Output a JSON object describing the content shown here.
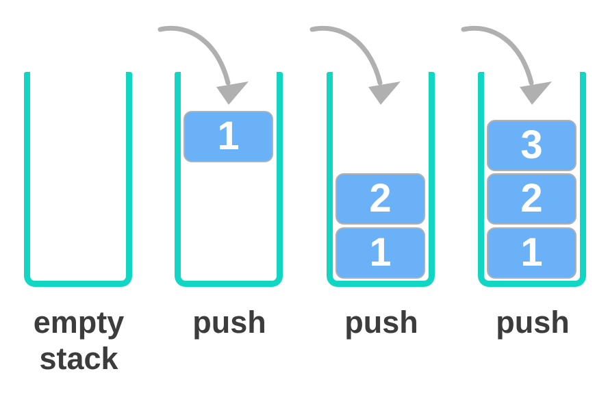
{
  "diagram": {
    "subject": "stack push operation sequence",
    "colors": {
      "container": "#12D6C4",
      "block_fill": "#6AB1F7",
      "block_border": "#B1B1B1",
      "block_text": "#FFFFFF",
      "arrow": "#B0B0B0",
      "label_text": "#3C3C3C",
      "background": "#FFFFFF"
    },
    "stacks": [
      {
        "label": "empty stack",
        "blocks": []
      },
      {
        "label": "push",
        "blocks": [
          "1"
        ]
      },
      {
        "label": "push",
        "blocks": [
          "2",
          "1"
        ]
      },
      {
        "label": "push",
        "blocks": [
          "3",
          "2",
          "1"
        ]
      }
    ]
  }
}
